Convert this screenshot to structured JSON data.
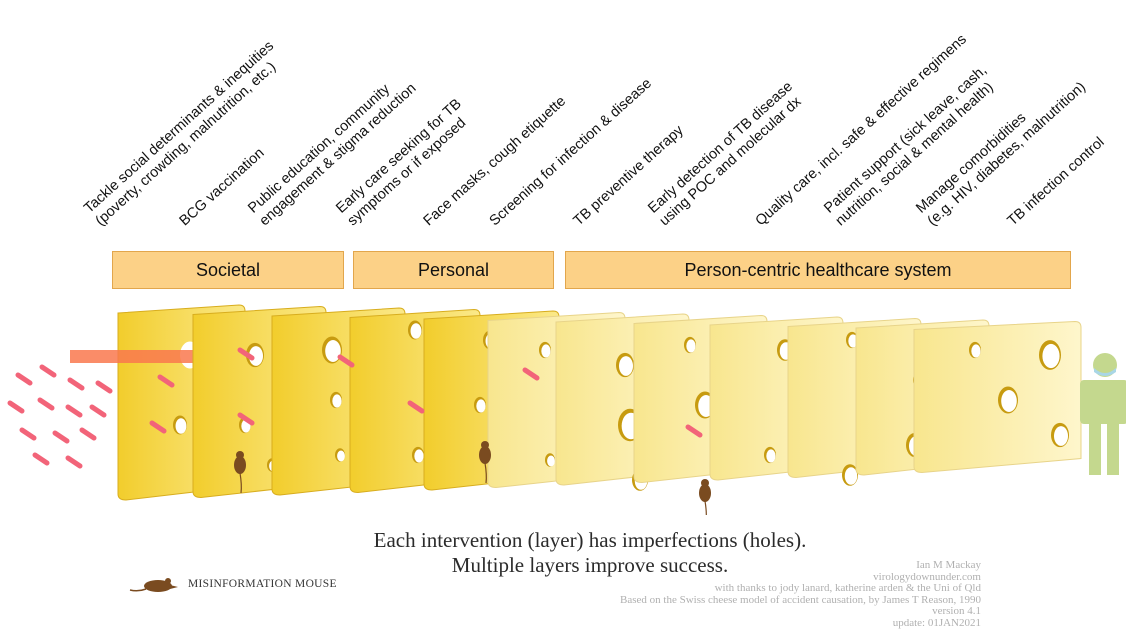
{
  "interventions": [
    {
      "lines": [
        "Tackle social determinants & inequities",
        "(poverty, crowding, malnutrition, etc.)"
      ]
    },
    {
      "lines": [
        "BCG vaccination"
      ]
    },
    {
      "lines": [
        "Public education, community",
        "engagement & stigma reduction"
      ]
    },
    {
      "lines": [
        "Early care seeking for TB",
        "symptoms or if exposed"
      ]
    },
    {
      "lines": [
        "Face masks, cough etiquette"
      ]
    },
    {
      "lines": [
        "Screening for infection & disease"
      ]
    },
    {
      "lines": [
        "TB preventive therapy"
      ]
    },
    {
      "lines": [
        "Early detection of TB disease",
        "using POC and molecular dx"
      ]
    },
    {
      "lines": [
        "Quality care, incl. safe & effective regimens"
      ]
    },
    {
      "lines": [
        "Patient support (sick leave, cash,",
        "nutrition, social & mental health)"
      ]
    },
    {
      "lines": [
        "Manage comorbidities",
        "(e.g. HIV, diabetes, malnutrition)"
      ]
    },
    {
      "lines": [
        "TB infection control"
      ]
    }
  ],
  "categories": {
    "societal": "Societal",
    "personal": "Personal",
    "healthcare": "Person-centric healthcare system"
  },
  "caption": {
    "line1": "Each intervention (layer) has imperfections (holes).",
    "line2": "Multiple layers improve success."
  },
  "legend": {
    "mouse_label": "MISINFORMATION MOUSE"
  },
  "credits": {
    "line1": "Ian M Mackay",
    "line2": "virologydownunder.com",
    "line3": "with thanks to jody lanard, katherine arden & the Uni of Qld",
    "line4": "Based on the Swiss cheese model of accident causation, by James T Reason, 1990",
    "line5": "version 4.1",
    "line6": "update: 01JAN2021"
  },
  "colors": {
    "cheese_dark": "#f2cd2c",
    "cheese_light": "#fdf2b4",
    "bar_fill": "#fcd187",
    "germ": "#f26479",
    "arrow": "#f9784d",
    "person": "#c4d88e",
    "mouse": "#7a4b20"
  }
}
